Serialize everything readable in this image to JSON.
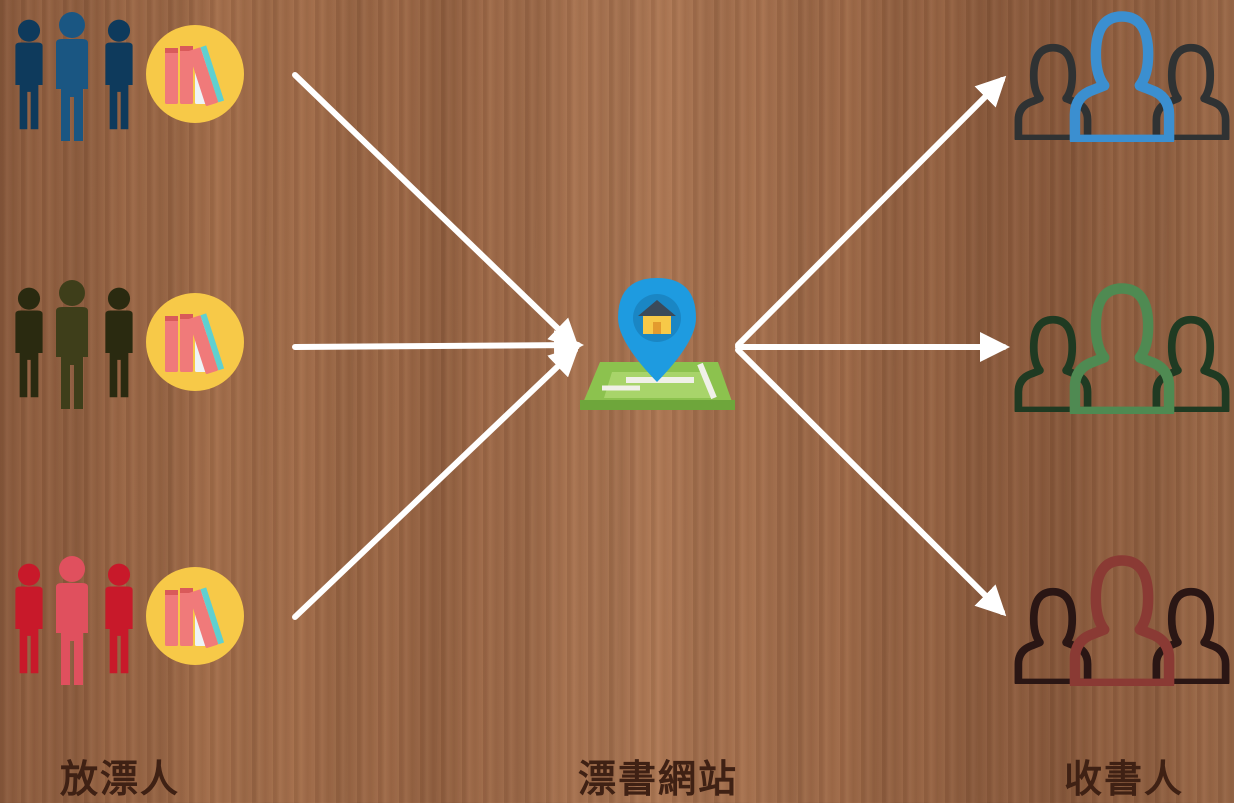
{
  "labels": {
    "senders": "放漂人",
    "site": "漂書網站",
    "receivers": "收書人"
  },
  "senders": [
    {
      "icon": "people-group-icon",
      "color": "#0e3a5c",
      "accent": "#1a5682",
      "books_icon": "books-icon"
    },
    {
      "icon": "people-group-icon",
      "color": "#2a2a10",
      "accent": "#3e3e1a",
      "books_icon": "books-icon"
    },
    {
      "icon": "people-group-icon",
      "color": "#c8192a",
      "accent": "#e0505e",
      "books_icon": "books-icon"
    }
  ],
  "site": {
    "icon": "map-location-pin-icon",
    "pin_color": "#1e9be0",
    "map_color": "#8cc24e"
  },
  "receivers": [
    {
      "icon": "user-group-outline-icon",
      "side_color": "#2f3233",
      "center_color": "#3b8fd0"
    },
    {
      "icon": "user-group-outline-icon",
      "side_color": "#1f3a22",
      "center_color": "#4f8a52"
    },
    {
      "icon": "user-group-outline-icon",
      "side_color": "#2a1614",
      "center_color": "#8a3a34"
    }
  ],
  "colors": {
    "arrow": "#ffffff",
    "label": "#3f2114",
    "books_circle": "#f7c948"
  }
}
